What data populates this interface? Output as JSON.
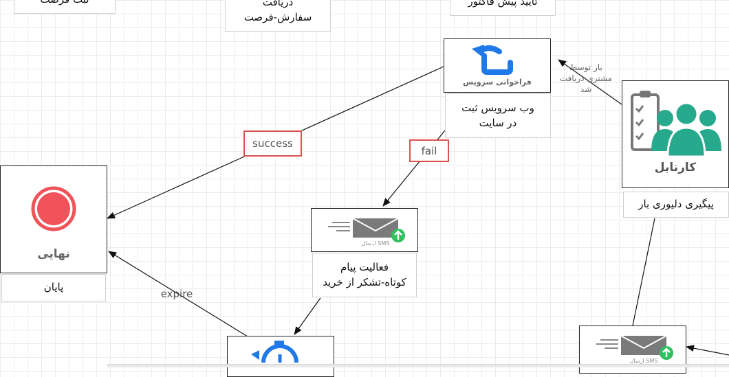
{
  "canvas": {
    "grid_color": "#ececec",
    "edge_color": "#111111",
    "highlight_color": "#d9534f"
  },
  "nodes": {
    "top_left": {
      "label": "ثبت فرصت"
    },
    "top_mid": {
      "label": "دریافت\nسفارش-فرصت"
    },
    "top_right": {
      "label": "تایید پیش فاکتور"
    },
    "web_service": {
      "icon": "refresh-arrow-icon",
      "caption": "فراخوانی سرویس",
      "label": "وب سرویس ثبت\nدر سایت"
    },
    "end": {
      "icon": "stop-circle-icon",
      "caption": "نهایی",
      "label": "پایان",
      "color": "#f0535a"
    },
    "sms_thanks": {
      "icon": "sms-envelope-icon",
      "caption": "ارسال SMS",
      "label": "فعالیت پیام\nکوتاه-تشکر از خرید"
    },
    "cartable": {
      "icon": "team-checklist-icon",
      "caption": "کارتابل",
      "label": "پیگیری دلیوری بار",
      "color": "#26a98c"
    },
    "timer": {
      "icon": "timer-icon"
    },
    "sms_bottom": {
      "icon": "sms-envelope-icon",
      "caption": "ارسال SMS"
    }
  },
  "edges": {
    "success": "success",
    "fail": "fail",
    "expire": "expire",
    "received": "بار توسط\nمشتری دریافت\nشد"
  }
}
